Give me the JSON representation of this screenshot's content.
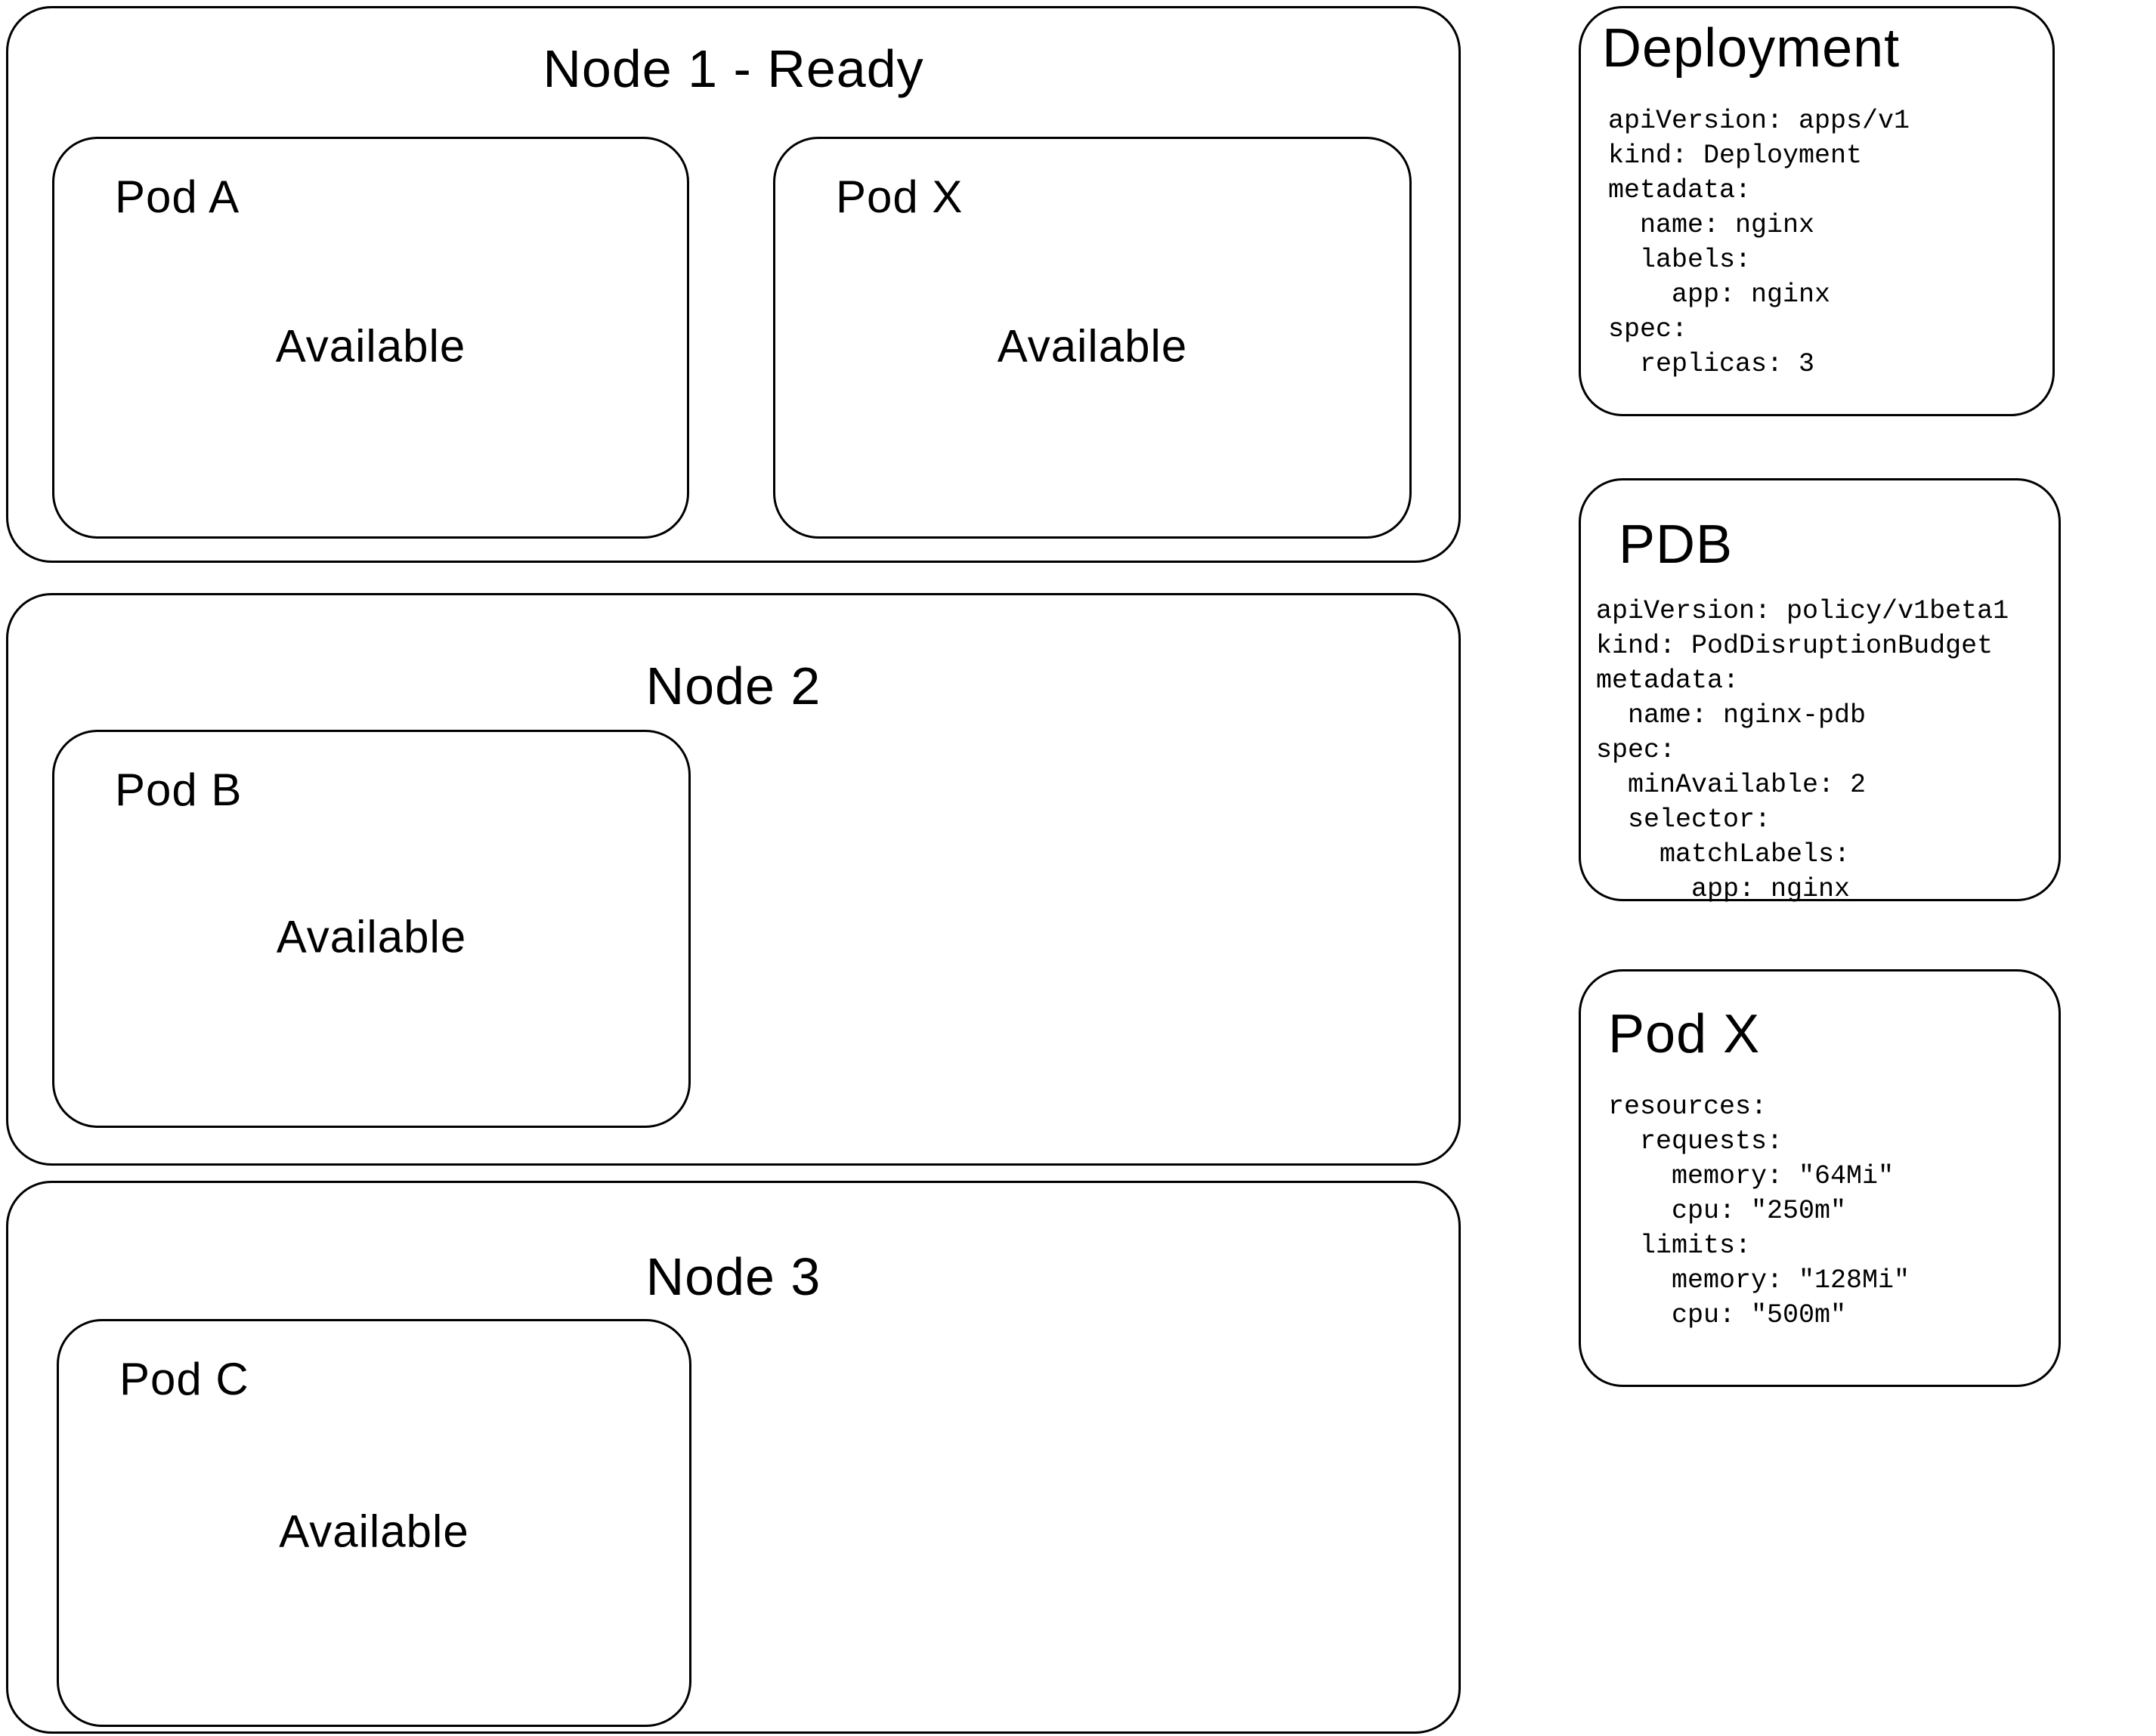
{
  "colors": {
    "background": "#ffffff",
    "border": "#000000",
    "text": "#000000"
  },
  "nodes": [
    {
      "title": "Node 1 - Ready",
      "pods": [
        {
          "name": "Pod A",
          "status": "Available"
        },
        {
          "name": "Pod X",
          "status": "Available"
        }
      ]
    },
    {
      "title": "Node 2",
      "pods": [
        {
          "name": "Pod B",
          "status": "Available"
        }
      ]
    },
    {
      "title": "Node 3",
      "pods": [
        {
          "name": "Pod C",
          "status": "Available"
        }
      ]
    }
  ],
  "specs": [
    {
      "title": "Deployment",
      "yaml": "apiVersion: apps/v1\nkind: Deployment\nmetadata:\n  name: nginx\n  labels:\n    app: nginx\nspec:\n  replicas: 3"
    },
    {
      "title": "PDB",
      "yaml": "apiVersion: policy/v1beta1\nkind: PodDisruptionBudget\nmetadata:\n  name: nginx-pdb\nspec:\n  minAvailable: 2\n  selector:\n    matchLabels:\n      app: nginx"
    },
    {
      "title": "Pod X",
      "yaml": "resources:\n  requests:\n    memory: \"64Mi\"\n    cpu: \"250m\"\n  limits:\n    memory: \"128Mi\"\n    cpu: \"500m\""
    }
  ]
}
